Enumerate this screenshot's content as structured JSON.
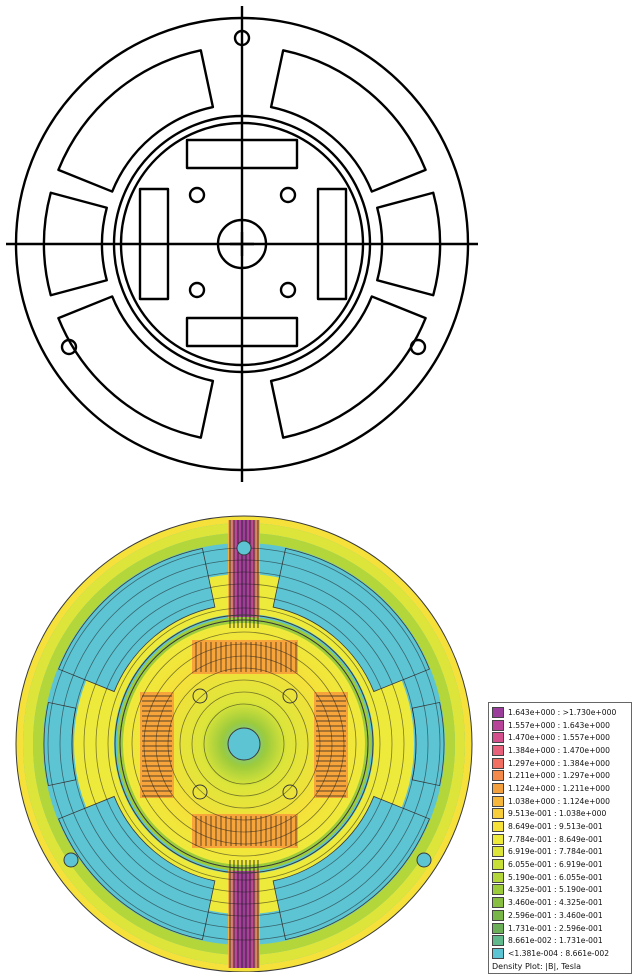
{
  "drawing": {
    "stroke_color": "#000000"
  },
  "density_plot": {
    "caption": "Density Plot: |B|, Tesla",
    "colors": {
      "background": "#5dc4d4",
      "flux_line": "#1a1a1a",
      "magnet": "#f7a43a",
      "outline": "#3a3a3a"
    },
    "legend": [
      {
        "label": "1.643e+000 : >1.730e+000",
        "color": "#9b3d9b"
      },
      {
        "label": "1.557e+000 : 1.643e+000",
        "color": "#b8449a"
      },
      {
        "label": "1.470e+000 : 1.557e+000",
        "color": "#d4508c"
      },
      {
        "label": "1.384e+000 : 1.470e+000",
        "color": "#e8617a"
      },
      {
        "label": "1.297e+000 : 1.384e+000",
        "color": "#f06f62"
      },
      {
        "label": "1.211e+000 : 1.297e+000",
        "color": "#f38a4c"
      },
      {
        "label": "1.124e+000 : 1.211e+000",
        "color": "#f5a03f"
      },
      {
        "label": "1.038e+000 : 1.124e+000",
        "color": "#f7b73c"
      },
      {
        "label": "9.513e-001 : 1.038e+000",
        "color": "#f8cd3a"
      },
      {
        "label": "8.649e-001 : 9.513e-001",
        "color": "#f5e13a"
      },
      {
        "label": "7.784e-001 : 8.649e-001",
        "color": "#eeea3b"
      },
      {
        "label": "6.919e-001 : 7.784e-001",
        "color": "#dde53a"
      },
      {
        "label": "6.055e-001 : 6.919e-001",
        "color": "#c8df38"
      },
      {
        "label": "5.190e-001 : 6.055e-001",
        "color": "#b3d63a"
      },
      {
        "label": "4.325e-001 : 5.190e-001",
        "color": "#9ccb3c"
      },
      {
        "label": "3.460e-001 : 4.325e-001",
        "color": "#88bf42"
      },
      {
        "label": "2.596e-001 : 3.460e-001",
        "color": "#79b64a"
      },
      {
        "label": "1.731e-001 : 2.596e-001",
        "color": "#6bb059"
      },
      {
        "label": "8.661e-002 : 1.731e-001",
        "color": "#5fb98d"
      },
      {
        "label": "<1.381e-004 : 8.661e-002",
        "color": "#5dc4d4"
      }
    ]
  }
}
